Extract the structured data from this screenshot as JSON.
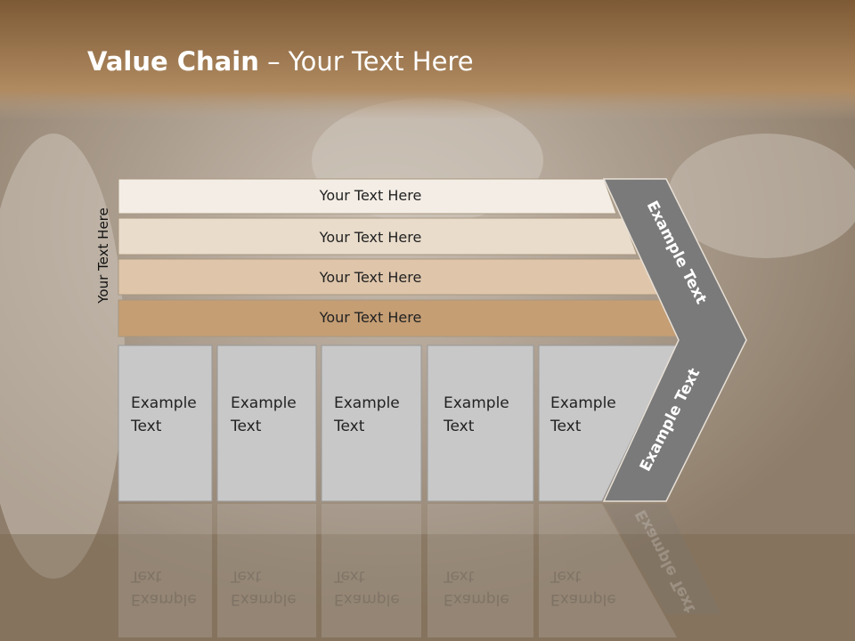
{
  "title": {
    "bold": "Value Chain",
    "rest": " – Your Text Here"
  },
  "side_label": "Your Text Here",
  "rows": [
    {
      "label": "Your Text Here",
      "color": "#f3ede5"
    },
    {
      "label": "Your Text Here",
      "color": "#e9dccb"
    },
    {
      "label": "Your Text Here",
      "color": "#dfc6ab"
    },
    {
      "label": "Your Text Here",
      "color": "#c59e74"
    }
  ],
  "boxes": [
    {
      "line1": "Example",
      "line2": "Text"
    },
    {
      "line1": "Example",
      "line2": "Text"
    },
    {
      "line1": "Example",
      "line2": "Text"
    },
    {
      "line1": "Example",
      "line2": "Text"
    },
    {
      "line1": "Example",
      "line2": "Text"
    }
  ],
  "arrow_labels": {
    "upper": "Example Text",
    "lower": "Example Text"
  },
  "colors": {
    "header": "#8a6540",
    "box": "#c8c8c8",
    "arrow": "#7a7a7a"
  }
}
